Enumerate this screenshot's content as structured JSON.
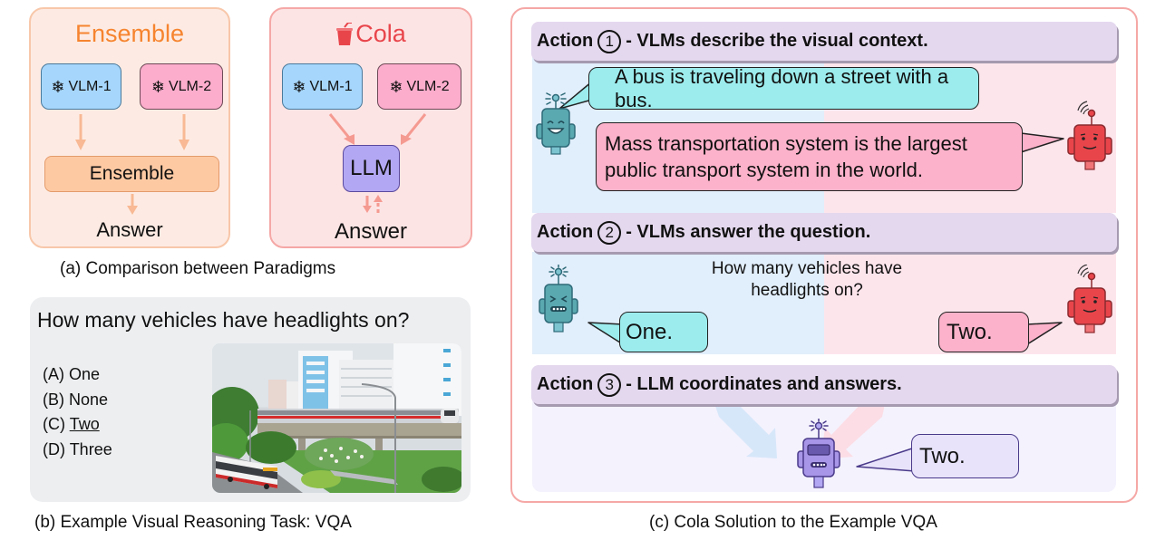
{
  "panel_a": {
    "caption": "(a) Comparison between Paradigms",
    "ensemble": {
      "title": "Ensemble",
      "vlm1": "VLM-1",
      "vlm2": "VLM-2",
      "combiner": "Ensemble",
      "answer": "Answer",
      "colors": {
        "title": "#f6842f",
        "box_bg": "#fdebe3",
        "combiner_bg": "#fdc9a3"
      }
    },
    "cola": {
      "title": "Cola",
      "title_icon": "cola-cup-icon",
      "vlm1": "VLM-1",
      "vlm2": "VLM-2",
      "llm": "LLM",
      "answer": "Answer",
      "colors": {
        "title": "#e8454b",
        "box_bg": "#fde4e4",
        "llm_bg": "#b2a7f2"
      }
    },
    "vlm_icon": "snowflake-icon",
    "vlm_glyph": "❄"
  },
  "panel_b": {
    "caption": "(b) Example Visual Reasoning Task: VQA",
    "question": "How many vehicles have headlights on?",
    "options": [
      {
        "letter": "(A)",
        "text": "One"
      },
      {
        "letter": "(B)",
        "text": "None"
      },
      {
        "letter": "(C)",
        "text": "Two",
        "correct": true
      },
      {
        "letter": "(D)",
        "text": "Three"
      }
    ],
    "image_description": "elevated train above road with articulated bus, apartment buildings and greenery"
  },
  "panel_c": {
    "caption": "(c) Cola Solution to the Example VQA",
    "actions": [
      {
        "label": "Action",
        "number": "1",
        "text": "- VLMs describe the visual context."
      },
      {
        "label": "Action",
        "number": "2",
        "text": "- VLMs answer the question."
      },
      {
        "label": "Action",
        "number": "3",
        "text": "- LLM coordinates and answers."
      }
    ],
    "stage1": {
      "vlm1_says": "A bus is traveling down a street with a bus.",
      "vlm2_says_line1": "Mass transportation system is the largest",
      "vlm2_says_line2": "public transport system in the world."
    },
    "stage2": {
      "question_line1": "How many vehicles have",
      "question_line2": "headlights on?",
      "vlm1_answer": "One.",
      "vlm2_answer": "Two."
    },
    "stage3": {
      "llm_answer": "Two."
    },
    "colors": {
      "vlm1_robot": "#5aa8b0",
      "vlm2_robot": "#e8454b",
      "llm_robot": "#a896e8",
      "bubble_cyan": "#9ceced",
      "bubble_pink": "#fcb2ca",
      "bubble_lavender": "#e8e3fa",
      "action_bar": "#e4d8ee"
    }
  }
}
